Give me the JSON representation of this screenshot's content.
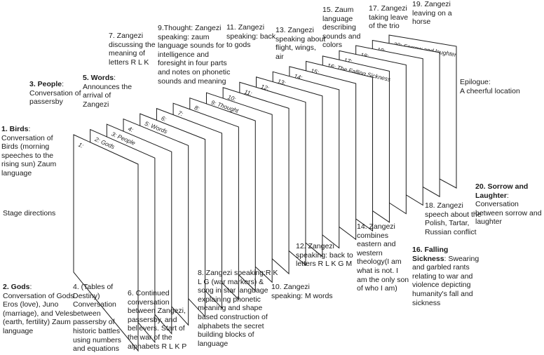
{
  "planes": [
    {
      "n": "1",
      "label": "1:"
    },
    {
      "n": "2",
      "label": "2: Gods"
    },
    {
      "n": "3",
      "label": "3: People"
    },
    {
      "n": "4",
      "label": "4:"
    },
    {
      "n": "5",
      "label": "5: Words"
    },
    {
      "n": "6",
      "label": "6:"
    },
    {
      "n": "7",
      "label": "7:"
    },
    {
      "n": "8",
      "label": "8:"
    },
    {
      "n": "9",
      "label": "9: Thought"
    },
    {
      "n": "10",
      "label": "10:"
    },
    {
      "n": "11",
      "label": "11:"
    },
    {
      "n": "12",
      "label": "12:"
    },
    {
      "n": "13",
      "label": "13:"
    },
    {
      "n": "14",
      "label": "14:"
    },
    {
      "n": "15",
      "label": "15:"
    },
    {
      "n": "16",
      "label": "16: The Falling Sickness"
    },
    {
      "n": "17",
      "label": "17:"
    },
    {
      "n": "18",
      "label": "18:"
    },
    {
      "n": "19",
      "label": "19:"
    },
    {
      "n": "20",
      "label": "20: Sorrow and laughter"
    }
  ],
  "annotations": {
    "birds": {
      "title": "1. Birds",
      "body": ":\nConversation of\nBirds (morning\nspeeches to the\nrising sun) Zaum\nlanguage"
    },
    "stage_directions": {
      "body": "Stage directions"
    },
    "gods": {
      "title": "2. Gods",
      "body": ":\nConversation of Gods\nEros (love), Juno\n(marriage), and Veles\n(earth, fertility) Zaum\nlanguage"
    },
    "people": {
      "title": "3. People",
      "body": ":\nConversation of\npassersby"
    },
    "tables": {
      "body": "4. (Tables of\nDestiny)\nConversation\nbetween\npassersby of\nhistoric battles\nusing numbers\nand equations"
    },
    "words": {
      "title": "5. Words",
      "body": ":\nAnnounces the\narrival of\nZangezi"
    },
    "continued": {
      "body": "6. Continued\nconversation\nbetween Zangezi,\npassersby, and\nbelievers. Start of\nthe war of the\nalphabets R L K P"
    },
    "letters_rlk": {
      "body": "7. Zangezi\ndiscussing the\nmeaning of\nletters R L K"
    },
    "war_markers": {
      "body": "8. Zangezi speaking:R K\nL G (war markers) &\nsong in star language\nexplaining phonetic\nmeaning and shape\nbased construction of\nalphabets the secret\nbuilding blocks of\nlanguage"
    },
    "thought": {
      "body": "9.Thought: Zangezi\nspeaking: zaum\nlanguage sounds for\nintelligence and\nforesight in four parts\nand notes on phonetic\nsounds and meaning"
    },
    "m_words": {
      "body": "10. Zangezi\nspeaking: M words"
    },
    "back_to_gods": {
      "body": "11. Zangezi\nspeaking: back\nto gods"
    },
    "back_to_letters": {
      "body": "12. Zangezi\nspeaking: back to\nletters R L K G M"
    },
    "flight": {
      "body": "13. Zangezi\nspeaking about\nflight, wings,\nair"
    },
    "theology": {
      "body": "14. Zangezi\ncombines\neastern and\nwestern\ntheology(I am\nwhat is not. I\nam the only son\nof who I am)"
    },
    "zaum_colors": {
      "body": "15. Zaum\nlanguage\ndescribing\nsounds and\ncolors"
    },
    "falling": {
      "title": "16. Falling\nSickness",
      "body": ": Swearing\nand garbled rants\nrelating to war and\nviolence depicting\nhumanity's fall and\nsickness"
    },
    "leave_trio": {
      "body": "17. Zangezi\ntaking leave\nof the trio"
    },
    "conflict": {
      "body": "18. Zangezi\nspeech about the\nPolish, Tartar,\nRussian conflict"
    },
    "horse": {
      "body": "19. Zangezi\nleaving on a\nhorse"
    },
    "sorrow": {
      "title": "20. Sorrow and\nLaughter",
      "body": ": Conversation\nbetween sorrow and\nlaughter"
    },
    "epilogue": {
      "body": "Epilogue:\nA cheerful location"
    }
  }
}
